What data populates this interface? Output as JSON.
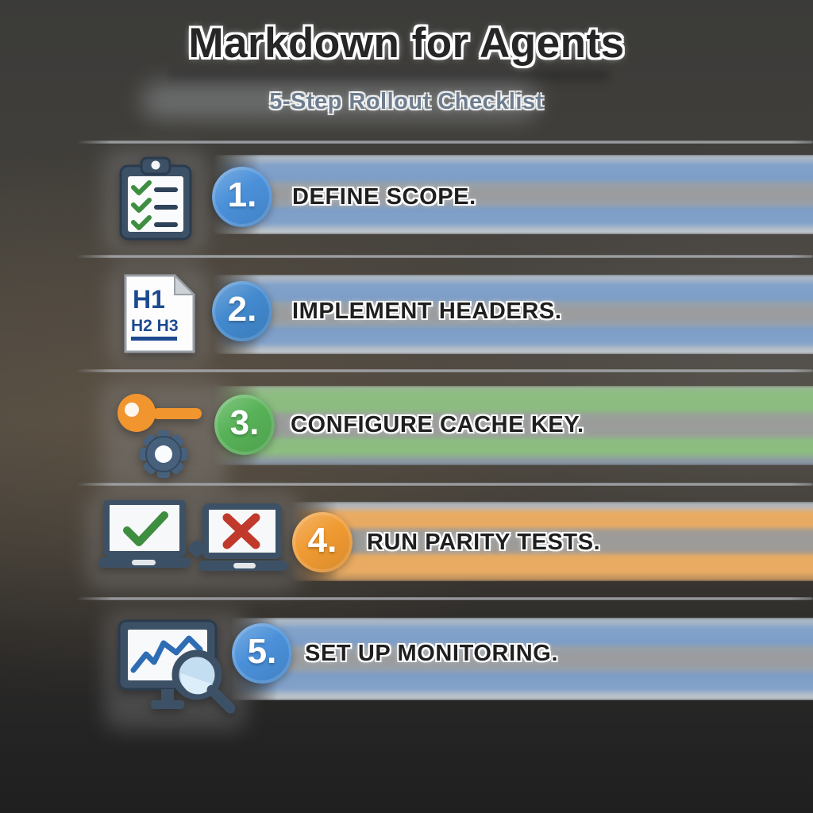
{
  "header": {
    "title": "Markdown for Agents",
    "subtitle": "5-Step Rollout Checklist"
  },
  "steps": [
    {
      "number": "1.",
      "label": "DEFINE SCOPE.",
      "icon": "clipboard-checklist-icon",
      "accent": "#4a90d9",
      "banner_color": "#7d9ec8"
    },
    {
      "number": "2.",
      "label": "IMPLEMENT HEADERS.",
      "icon": "headers-document-icon",
      "accent": "#4289ce",
      "banner_color": "#7d9ec8"
    },
    {
      "number": "3.",
      "label": "CONFIGURE CACHE KEY.",
      "icon": "key-gear-icon",
      "accent": "#57b257",
      "banner_color": "#8cbc80"
    },
    {
      "number": "4.",
      "label": "RUN PARITY TESTS.",
      "icon": "laptops-pass-fail-icon",
      "accent": "#f09a32",
      "banner_color": "#e9ab62"
    },
    {
      "number": "5.",
      "label": "SET UP MONITORING.",
      "icon": "monitor-magnifier-icon",
      "accent": "#4a90d9",
      "banner_color": "#7d9ec8"
    }
  ],
  "colors": {
    "background_top": "#3b3b39",
    "background_middle": "#514b43",
    "background_bottom": "#1f1f1f",
    "banner_blue": "#7d9ec8",
    "banner_green": "#8cbc80",
    "banner_orange": "#e9ab62",
    "banner_middle_stripe": "#9b9b9b",
    "separator": "#b9bdc2",
    "title_text": "#262626",
    "subtitle_text": "#6d7c8e",
    "label_text": "#1f1f1f",
    "icon_slate": "#3d5166",
    "icon_green_check": "#3e8e41",
    "icon_red_x": "#c0392b",
    "icon_orange_key": "#f1952f",
    "icon_navy": "#1d4a8f",
    "icon_chart_blue": "#2e6db4"
  }
}
